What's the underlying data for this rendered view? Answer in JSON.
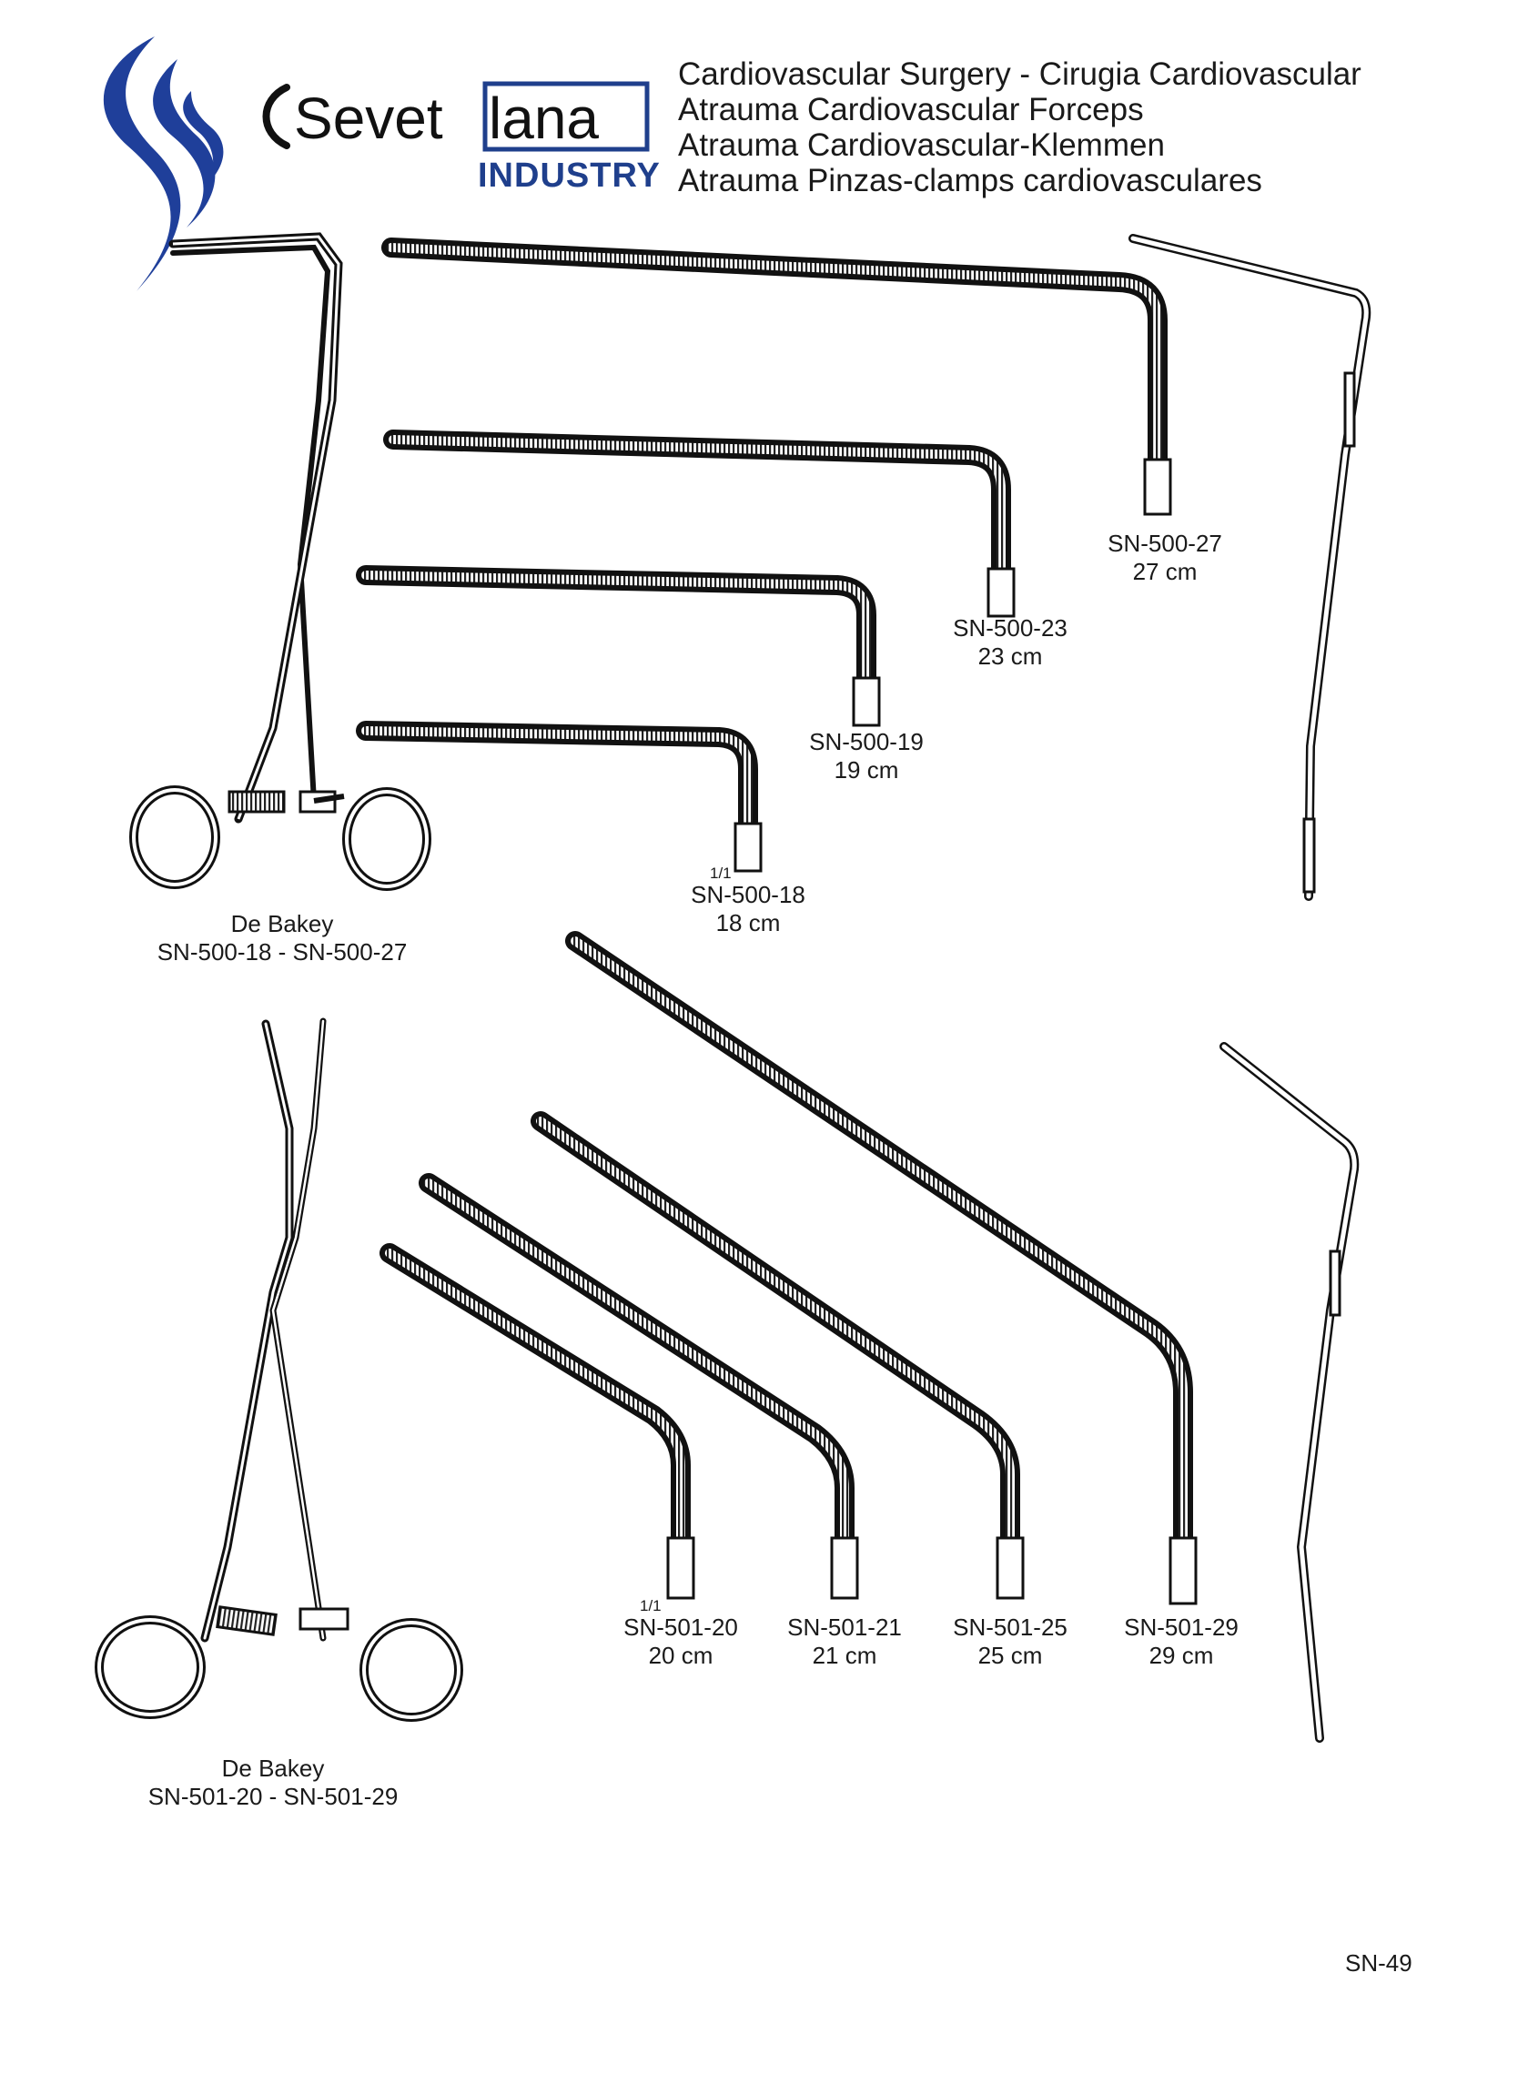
{
  "brand": {
    "name_left": "Sevet",
    "name_right": "lana",
    "subtitle": "INDUSTRY",
    "colors": {
      "primary": "#1f3f8c",
      "swoosh": "#1f3f9a"
    }
  },
  "header": {
    "lines": [
      "Cardiovascular Surgery  -  Cirugia Cardiovascular",
      "Atrauma Cardiovascular Forceps",
      "Atrauma Cardiovascular-Klemmen",
      "Atrauma Pinzas-clamps cardiovasculares"
    ]
  },
  "group1": {
    "caption_name": "De Bakey",
    "caption_range": "SN-500-18  - SN-500-27",
    "items": [
      {
        "code": "SN-500-27",
        "size": "27 cm"
      },
      {
        "code": "SN-500-23",
        "size": "23 cm"
      },
      {
        "code": "SN-500-19",
        "size": "19 cm"
      },
      {
        "code": "SN-500-18",
        "size": "18 cm",
        "scale": "1/1"
      }
    ]
  },
  "group2": {
    "caption_name": "De Bakey",
    "caption_range": "SN-501-20  - SN-501-29",
    "items": [
      {
        "code": "SN-501-20",
        "size": "20 cm",
        "scale": "1/1"
      },
      {
        "code": "SN-501-21",
        "size": "21 cm"
      },
      {
        "code": "SN-501-25",
        "size": "25 cm"
      },
      {
        "code": "SN-501-29",
        "size": "29 cm"
      }
    ]
  },
  "page_number": "SN-49"
}
